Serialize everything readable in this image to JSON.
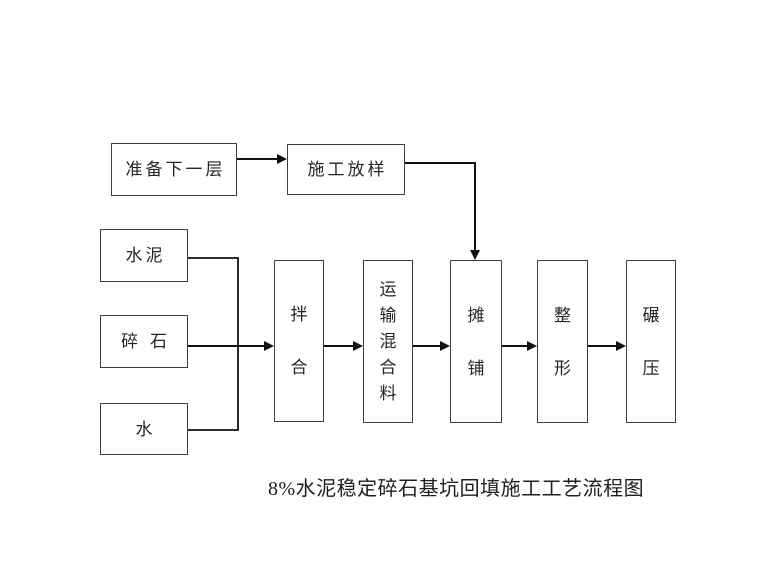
{
  "diagram": {
    "caption": "8%水泥稳定碎石基坑回填施工工艺流程图",
    "nodes": {
      "prepare_next_layer": {
        "label": "准备下一层"
      },
      "construction_layout": {
        "label": "施工放样"
      },
      "cement": {
        "label": "水泥"
      },
      "crushed_stone": {
        "label": "碎石"
      },
      "water": {
        "label": "水"
      },
      "mixing": {
        "label": "拌合"
      },
      "transport_mixture": {
        "label": "运输混合料"
      },
      "paving": {
        "label": "摊铺"
      },
      "shaping": {
        "label": "整形"
      },
      "rolling": {
        "label": "碾压"
      }
    }
  }
}
